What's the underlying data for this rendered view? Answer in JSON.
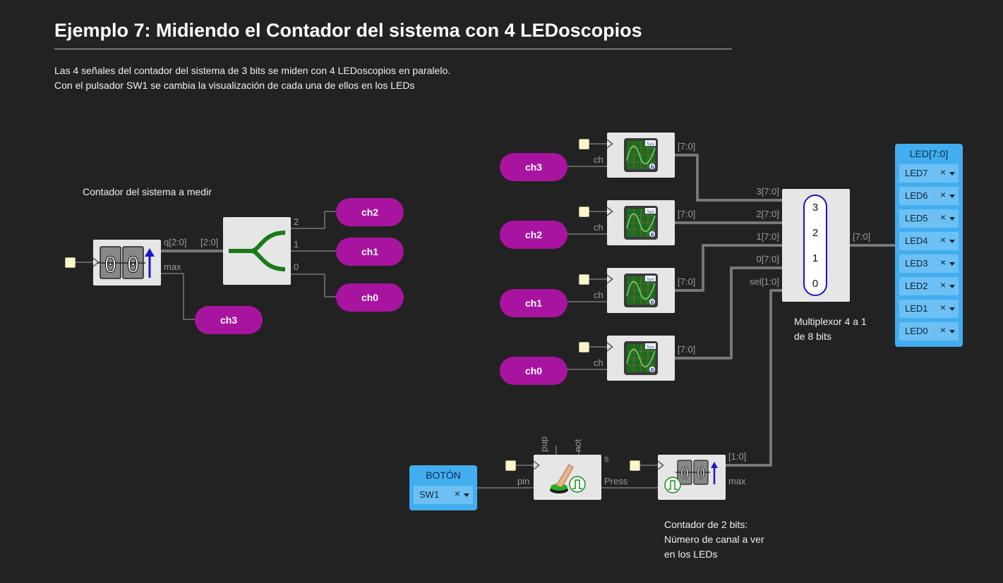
{
  "title": "Ejemplo 7: Midiendo el Contador del sistema con 4 LEDoscopios",
  "description": [
    "Las 4 señales del contador del sistema de 3 bits se miden con 4 LEDoscopios en paralelo.",
    "Con el pulsador SW1 se cambia la visualización de cada una de ellos en los LEDs"
  ],
  "notes": {
    "counter_label": "Contador del sistema a medir",
    "mux_label": [
      "Multiplexor 4 a 1",
      "de 8 bits"
    ],
    "counter2_label": [
      "Contador de 2 bits:",
      "Número de canal a ver",
      "en los LEDs"
    ]
  },
  "system_counter": {
    "digits": [
      "0",
      "0"
    ],
    "out_label": "q[2:0]",
    "max_label": "max"
  },
  "splitter": {
    "in_label": "[2:0]",
    "out_labels": [
      "2",
      "1",
      "0"
    ]
  },
  "left_channels": [
    "ch2",
    "ch1",
    "ch0",
    "ch3"
  ],
  "scopes": [
    {
      "channel": "ch3",
      "in_label": "ch",
      "out_label": "[7:0]",
      "badge": "Sys",
      "value": "0"
    },
    {
      "channel": "ch2",
      "in_label": "ch",
      "out_label": "[7:0]",
      "badge": "Sys",
      "value": "0"
    },
    {
      "channel": "ch1",
      "in_label": "ch",
      "out_label": "[7:0]",
      "badge": "Sys",
      "value": "0"
    },
    {
      "channel": "ch0",
      "in_label": "ch",
      "out_label": "[7:0]",
      "badge": "Sys",
      "value": "0"
    }
  ],
  "mux": {
    "inputs": [
      "3",
      "2",
      "1",
      "0"
    ],
    "in_labels": [
      "3[7:0]",
      "2[7:0]",
      "1[7:0]",
      "0[7:0]"
    ],
    "sel_label": "sel[1:0]",
    "out_label": "[7:0]"
  },
  "led_panel": {
    "title": "LED[7:0]",
    "items": [
      "LED7",
      "LED6",
      "LED5",
      "LED4",
      "LED3",
      "LED2",
      "LED1",
      "LED0"
    ],
    "remove_glyph": "×"
  },
  "button_panel": {
    "title": "BOTÓN",
    "item": "SW1",
    "remove_glyph": "×"
  },
  "button_block": {
    "pin_label": "pin",
    "pup_label": "pup",
    "not_label": "not",
    "s_label": "s",
    "press_label": "Press"
  },
  "counter2": {
    "digits": [
      "0",
      "0"
    ],
    "out_label": "[1:0]",
    "max_label": "max"
  },
  "colors": {
    "background": "#222222",
    "block": "#e6e6e6",
    "channel": "#a814a0",
    "io_panel": "#42aef0",
    "wire": "#777777"
  }
}
